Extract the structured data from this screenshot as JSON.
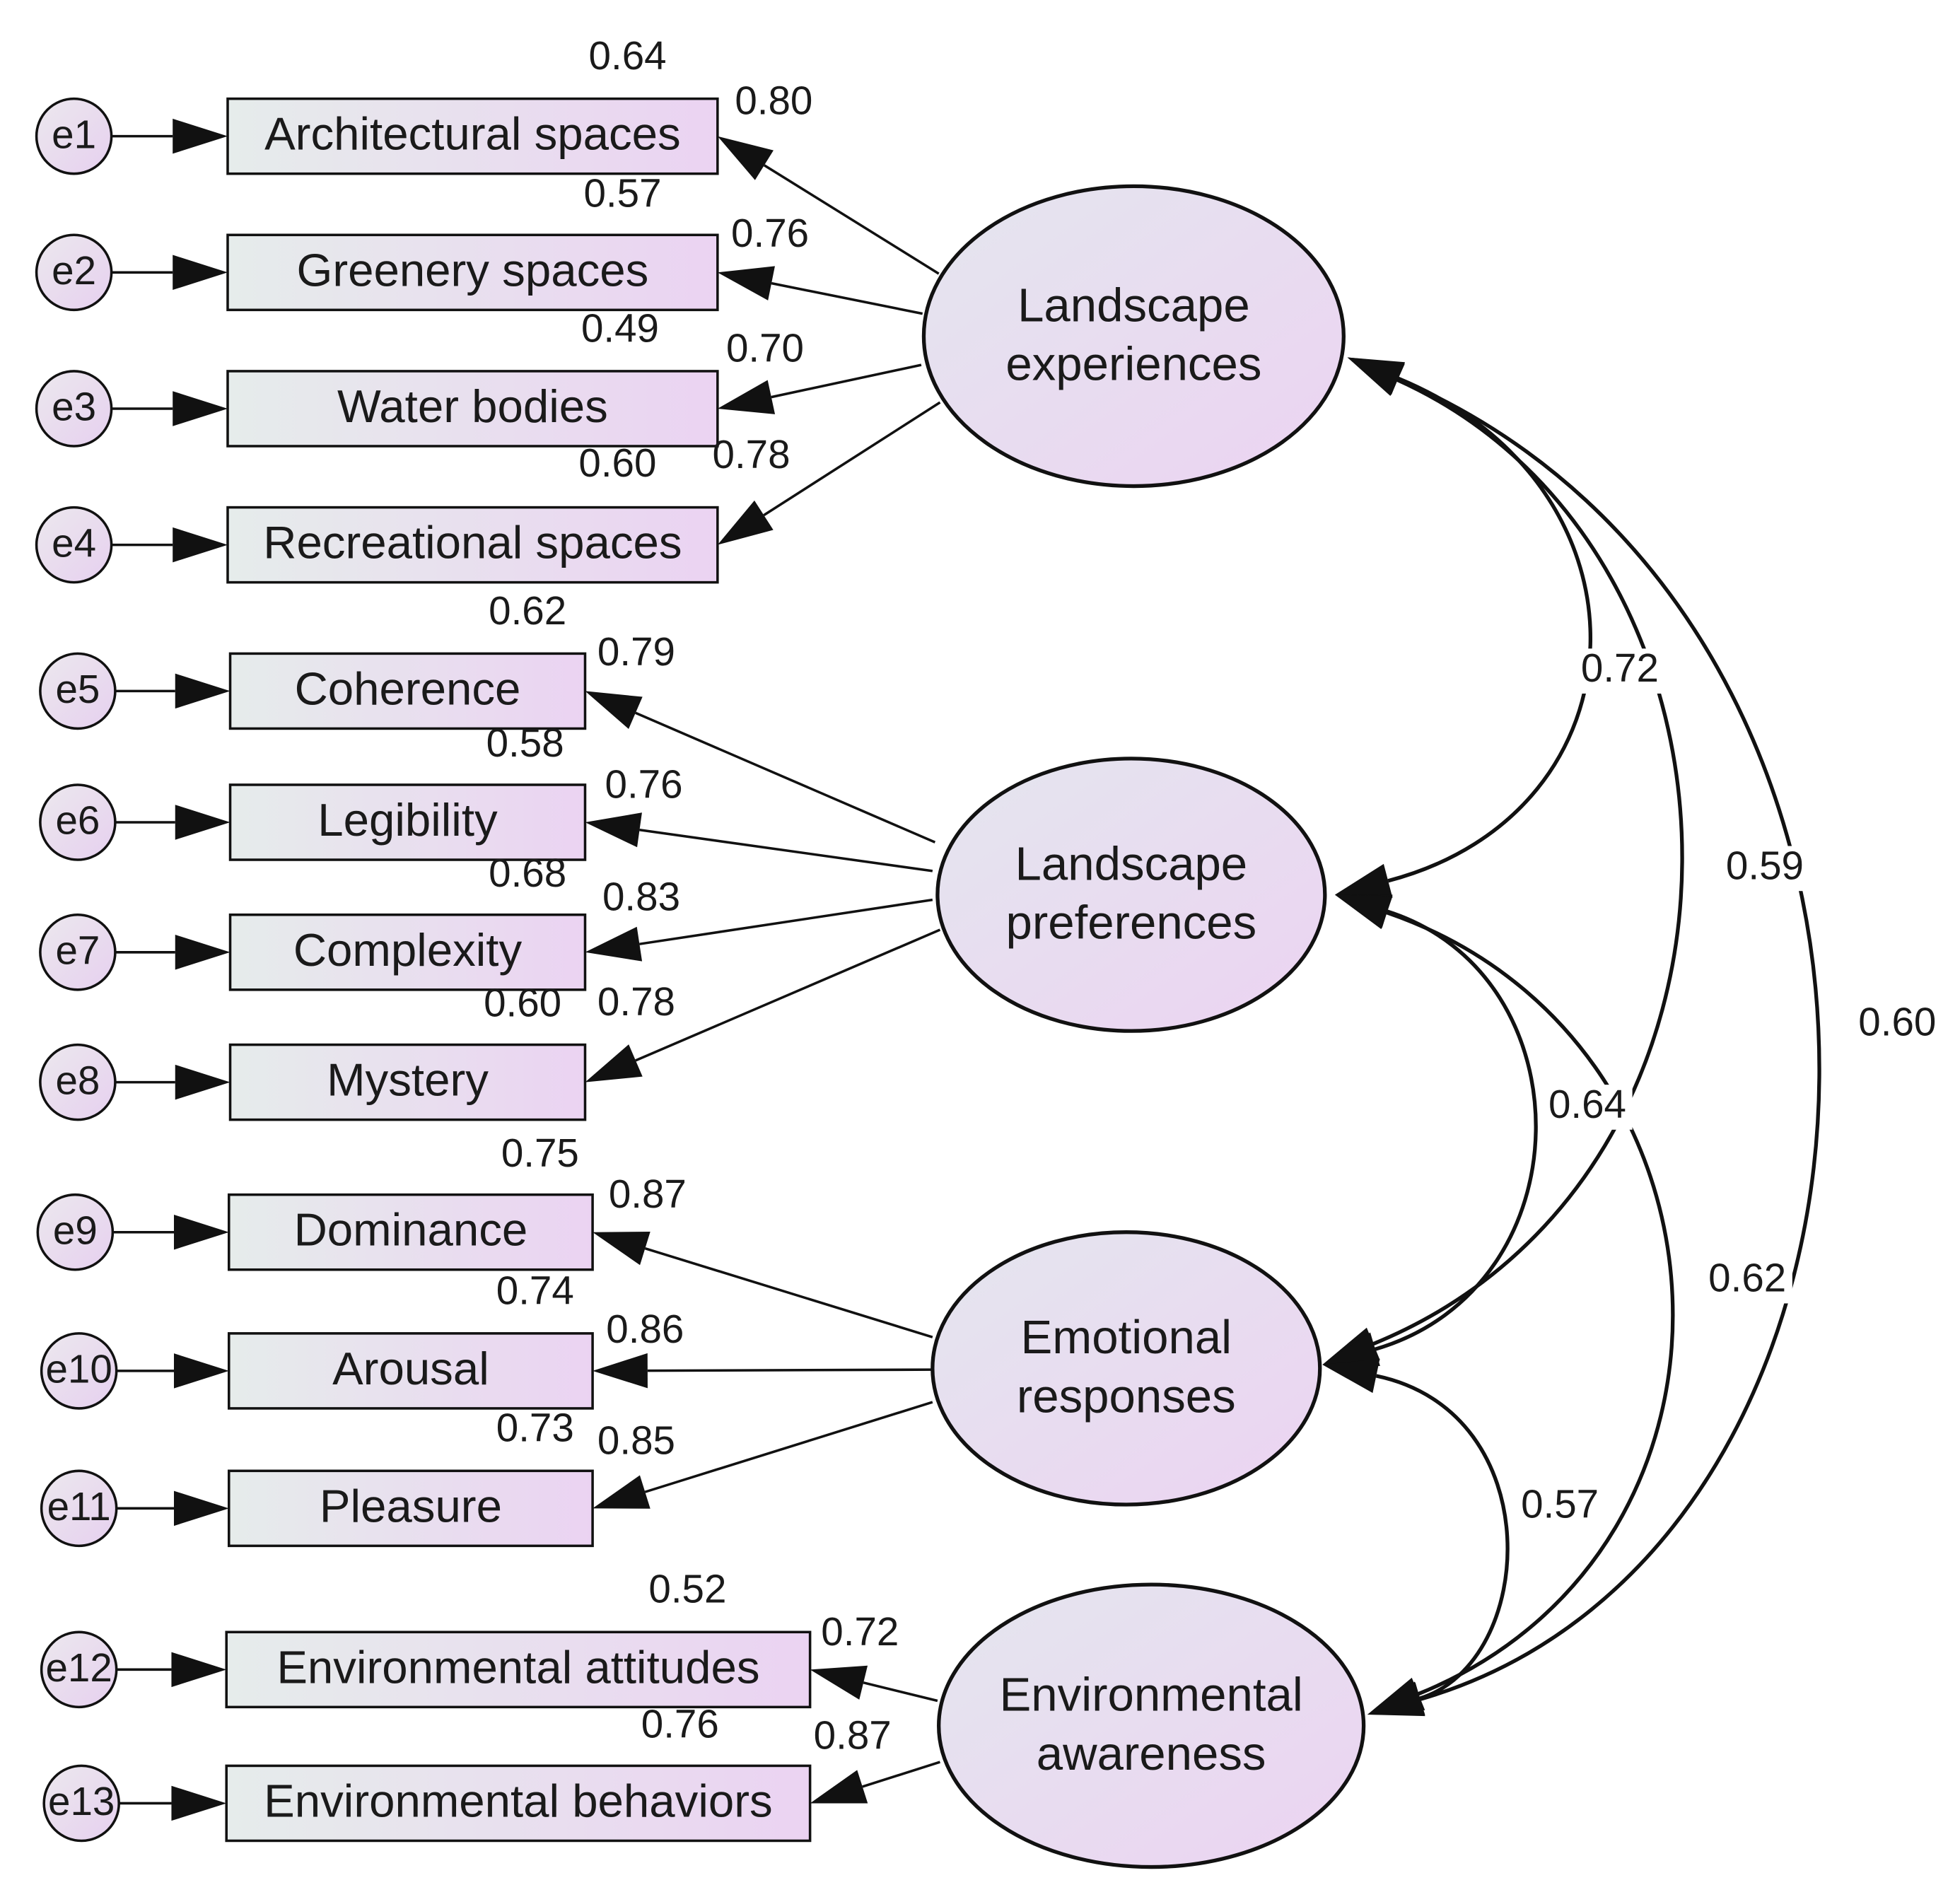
{
  "errors": [
    "e1",
    "e2",
    "e3",
    "e4",
    "e5",
    "e6",
    "e7",
    "e8",
    "e9",
    "e10",
    "e11",
    "e12",
    "e13"
  ],
  "indicators": [
    {
      "label": "Architectural spaces",
      "r2": "0.64",
      "loading": "0.80"
    },
    {
      "label": "Greenery spaces",
      "r2": "0.57",
      "loading": "0.76"
    },
    {
      "label": "Water bodies",
      "r2": "0.49",
      "loading": "0.70"
    },
    {
      "label": "Recreational spaces",
      "r2": "0.60",
      "loading": "0.78"
    },
    {
      "label": "Coherence",
      "r2": "0.62",
      "loading": "0.79"
    },
    {
      "label": "Legibility",
      "r2": "0.58",
      "loading": "0.76"
    },
    {
      "label": "Complexity",
      "r2": "0.68",
      "loading": "0.83"
    },
    {
      "label": "Mystery",
      "r2": "0.60",
      "loading": "0.78"
    },
    {
      "label": "Dominance",
      "r2": "0.75",
      "loading": "0.87"
    },
    {
      "label": "Arousal",
      "r2": "0.74",
      "loading": "0.86"
    },
    {
      "label": "Pleasure",
      "r2": "0.73",
      "loading": "0.85"
    },
    {
      "label": "Environmental attitudes",
      "r2": "0.52",
      "loading": "0.72"
    },
    {
      "label": "Environmental behaviors",
      "r2": "0.76",
      "loading": "0.87"
    }
  ],
  "latents": [
    {
      "line1": "Landscape",
      "line2": "experiences"
    },
    {
      "line1": "Landscape",
      "line2": "preferences"
    },
    {
      "line1": "Emotional",
      "line2": "responses"
    },
    {
      "line1": "Environmental",
      "line2": "awareness"
    }
  ],
  "correlations": [
    {
      "from": "Landscape experiences",
      "to": "Landscape preferences",
      "value": "0.72"
    },
    {
      "from": "Landscape experiences",
      "to": "Emotional responses",
      "value": "0.59"
    },
    {
      "from": "Landscape experiences",
      "to": "Environmental awareness",
      "value": "0.60"
    },
    {
      "from": "Landscape preferences",
      "to": "Emotional responses",
      "value": "0.64"
    },
    {
      "from": "Landscape preferences",
      "to": "Environmental awareness",
      "value": "0.62"
    },
    {
      "from": "Emotional responses",
      "to": "Environmental awareness",
      "value": "0.57"
    }
  ],
  "colors": {
    "fill_left": "#e6eceb",
    "fill_right": "#ebd3f2",
    "stroke": "#111111"
  }
}
